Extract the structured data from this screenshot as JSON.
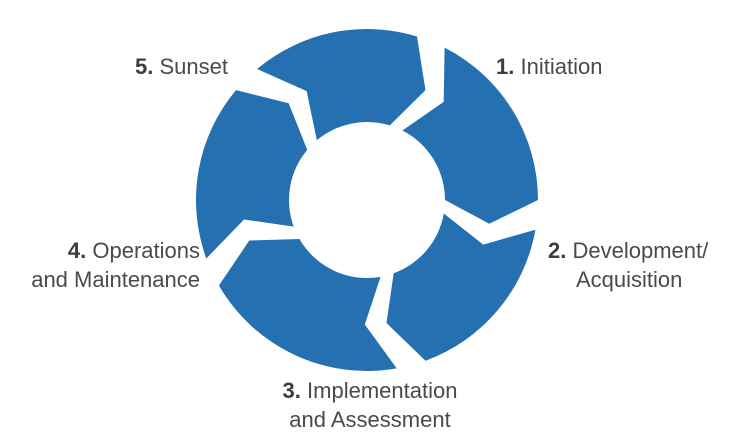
{
  "diagram": {
    "color": "#2570b0",
    "background": "#ffffff",
    "stages": [
      {
        "number": "1.",
        "line1": "Initiation",
        "line2": ""
      },
      {
        "number": "2.",
        "line1": "Development/",
        "line2": "Acquisition"
      },
      {
        "number": "3.",
        "line1": "Implementation",
        "line2": "and Assessment"
      },
      {
        "number": "4.",
        "line1": "Operations",
        "line2": "and Maintenance"
      },
      {
        "number": "5.",
        "line1": "Sunset",
        "line2": ""
      }
    ]
  }
}
